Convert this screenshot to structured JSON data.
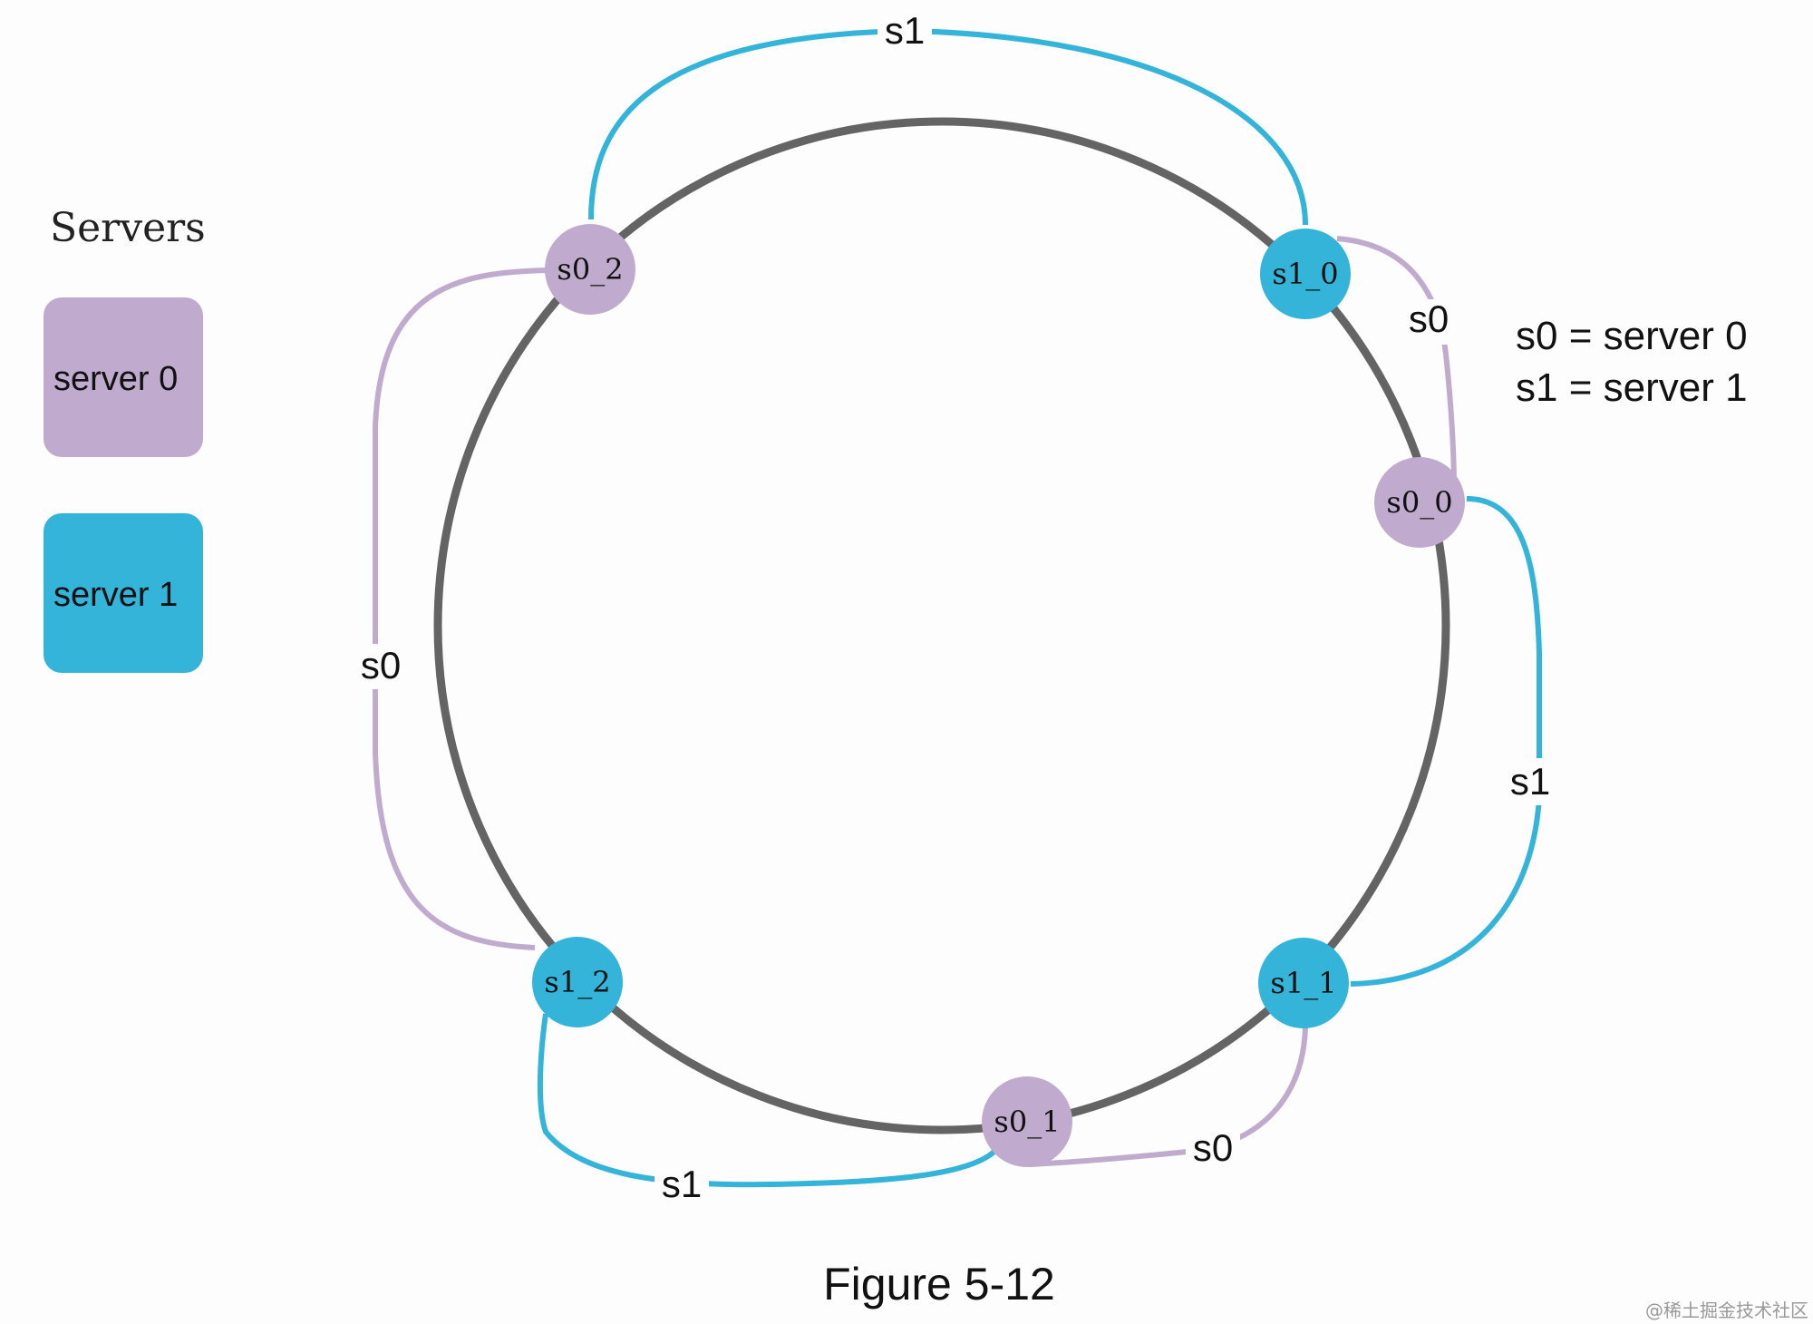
{
  "legend": {
    "title": "Servers",
    "items": [
      {
        "label": "server 0",
        "color": "#c0abcf"
      },
      {
        "label": "server 1",
        "color": "#35b4da"
      }
    ]
  },
  "definitions": [
    "s0 = server 0",
    "s1 = server 1"
  ],
  "colors": {
    "ring": "#646464",
    "server0": "#c0abcf",
    "server1": "#35b4da"
  },
  "nodes": [
    {
      "label": "s0_2",
      "server": "server0"
    },
    {
      "label": "s1_0",
      "server": "server1"
    },
    {
      "label": "s0_0",
      "server": "server0"
    },
    {
      "label": "s1_1",
      "server": "server1"
    },
    {
      "label": "s0_1",
      "server": "server0"
    },
    {
      "label": "s1_2",
      "server": "server1"
    }
  ],
  "arcs": [
    {
      "label": "s1",
      "server": "server1"
    },
    {
      "label": "s0",
      "server": "server0"
    },
    {
      "label": "s1",
      "server": "server1"
    },
    {
      "label": "s0",
      "server": "server0"
    },
    {
      "label": "s1",
      "server": "server1"
    },
    {
      "label": "s0",
      "server": "server0"
    }
  ],
  "caption": "Figure 5-12",
  "watermark": "@稀土掘金技术社区"
}
